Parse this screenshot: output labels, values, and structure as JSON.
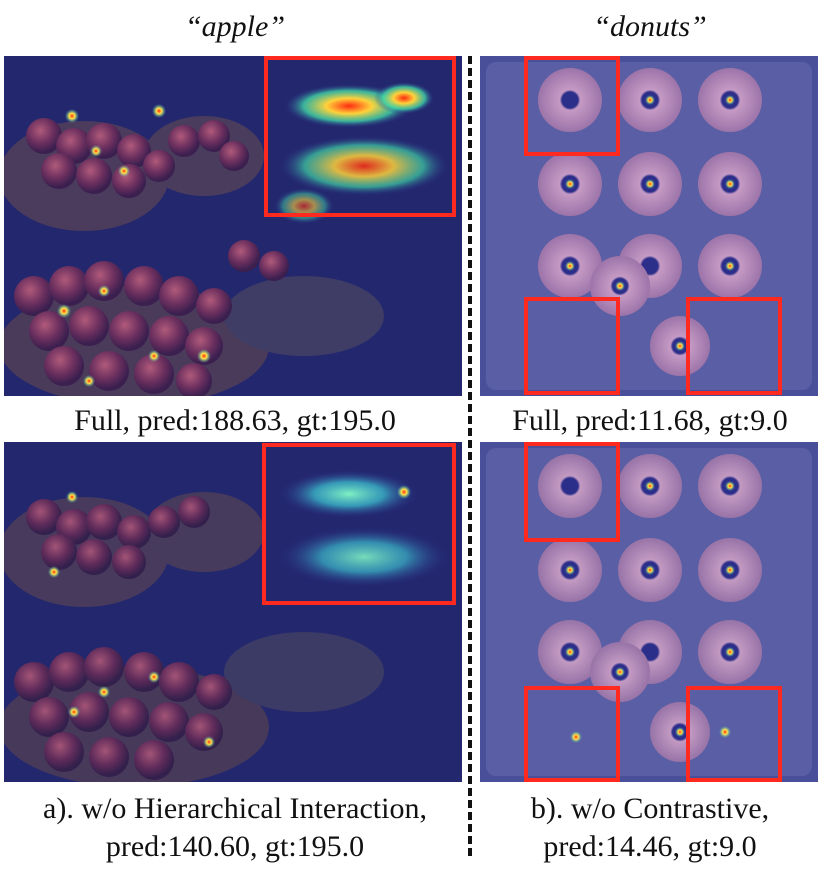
{
  "columns": [
    {
      "title": "“apple”"
    },
    {
      "title": "“donuts”"
    }
  ],
  "captions": {
    "top_left": "Full, pred:188.63, gt:195.0",
    "top_right": "Full, pred:11.68, gt:9.0",
    "bottom_left_line1": "a). w/o Hierarchical Interaction,",
    "bottom_left_line2": "pred:140.60, gt:195.0",
    "bottom_right_line1": "b). w/o Contrastive,",
    "bottom_right_line2": "pred:14.46, gt:9.0"
  },
  "colors": {
    "highlight_box": "#ff2a1f",
    "overlay_blue": "#2c2f8a",
    "heat_hot": "#ff3b1a",
    "heat_warm": "#f5e13a",
    "heat_cool": "#39d5b0"
  }
}
